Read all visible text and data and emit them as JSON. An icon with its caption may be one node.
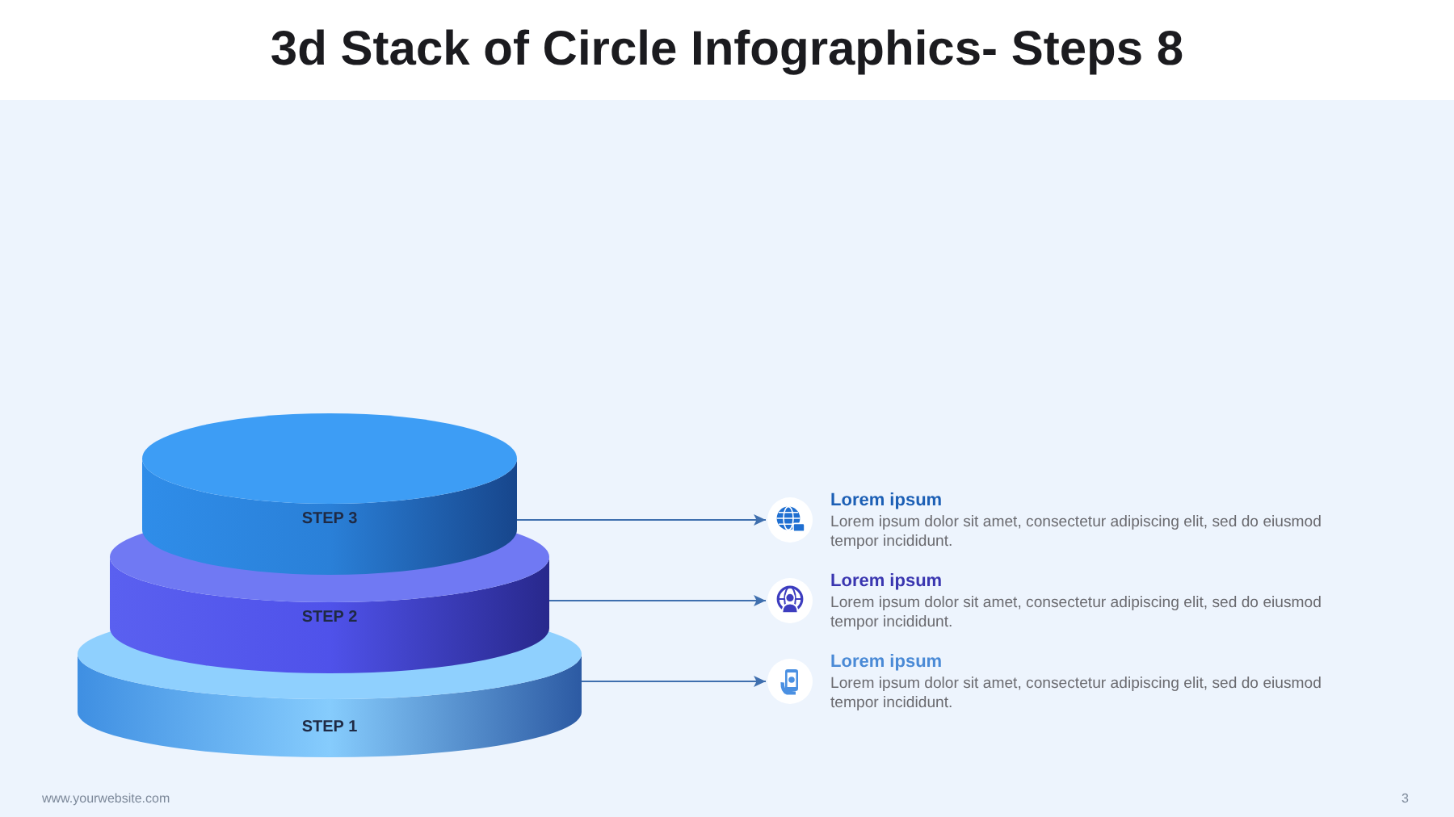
{
  "diagram": {
    "title": "3d Stack of Circle Infographics- Steps 8",
    "nodes": [
      {
        "text": [
          "STEP 3"
        ]
      },
      {
        "text": [
          "STEP 2"
        ]
      },
      {
        "text": [
          "STEP 1"
        ]
      },
      {
        "text": [],
        "shape": "circle",
        "beside": [
          "Lorem ipsum",
          "Lorem ipsum dolor sit amet, consectetur adipiscing elit, sed do eiusmod tempor incididunt."
        ]
      },
      {
        "text": [],
        "shape": "circle",
        "beside": [
          "Lorem ipsum",
          "Lorem ipsum dolor sit amet, consectetur adipiscing elit, sed do eiusmod tempor incididunt."
        ]
      },
      {
        "text": [],
        "shape": "circle",
        "beside": [
          "Lorem ipsum",
          "Lorem ipsum dolor sit amet, consectetur adipiscing elit, sed do eiusmod tempor incididunt."
        ]
      }
    ],
    "edges": [
      {
        "from": 0,
        "to": 3,
        "arrow": "to"
      },
      {
        "from": 1,
        "to": 4,
        "arrow": "to"
      },
      {
        "from": 2,
        "to": 5,
        "arrow": "to"
      }
    ],
    "labels": [
      "www.yourwebsite.com",
      "3"
    ]
  }
}
